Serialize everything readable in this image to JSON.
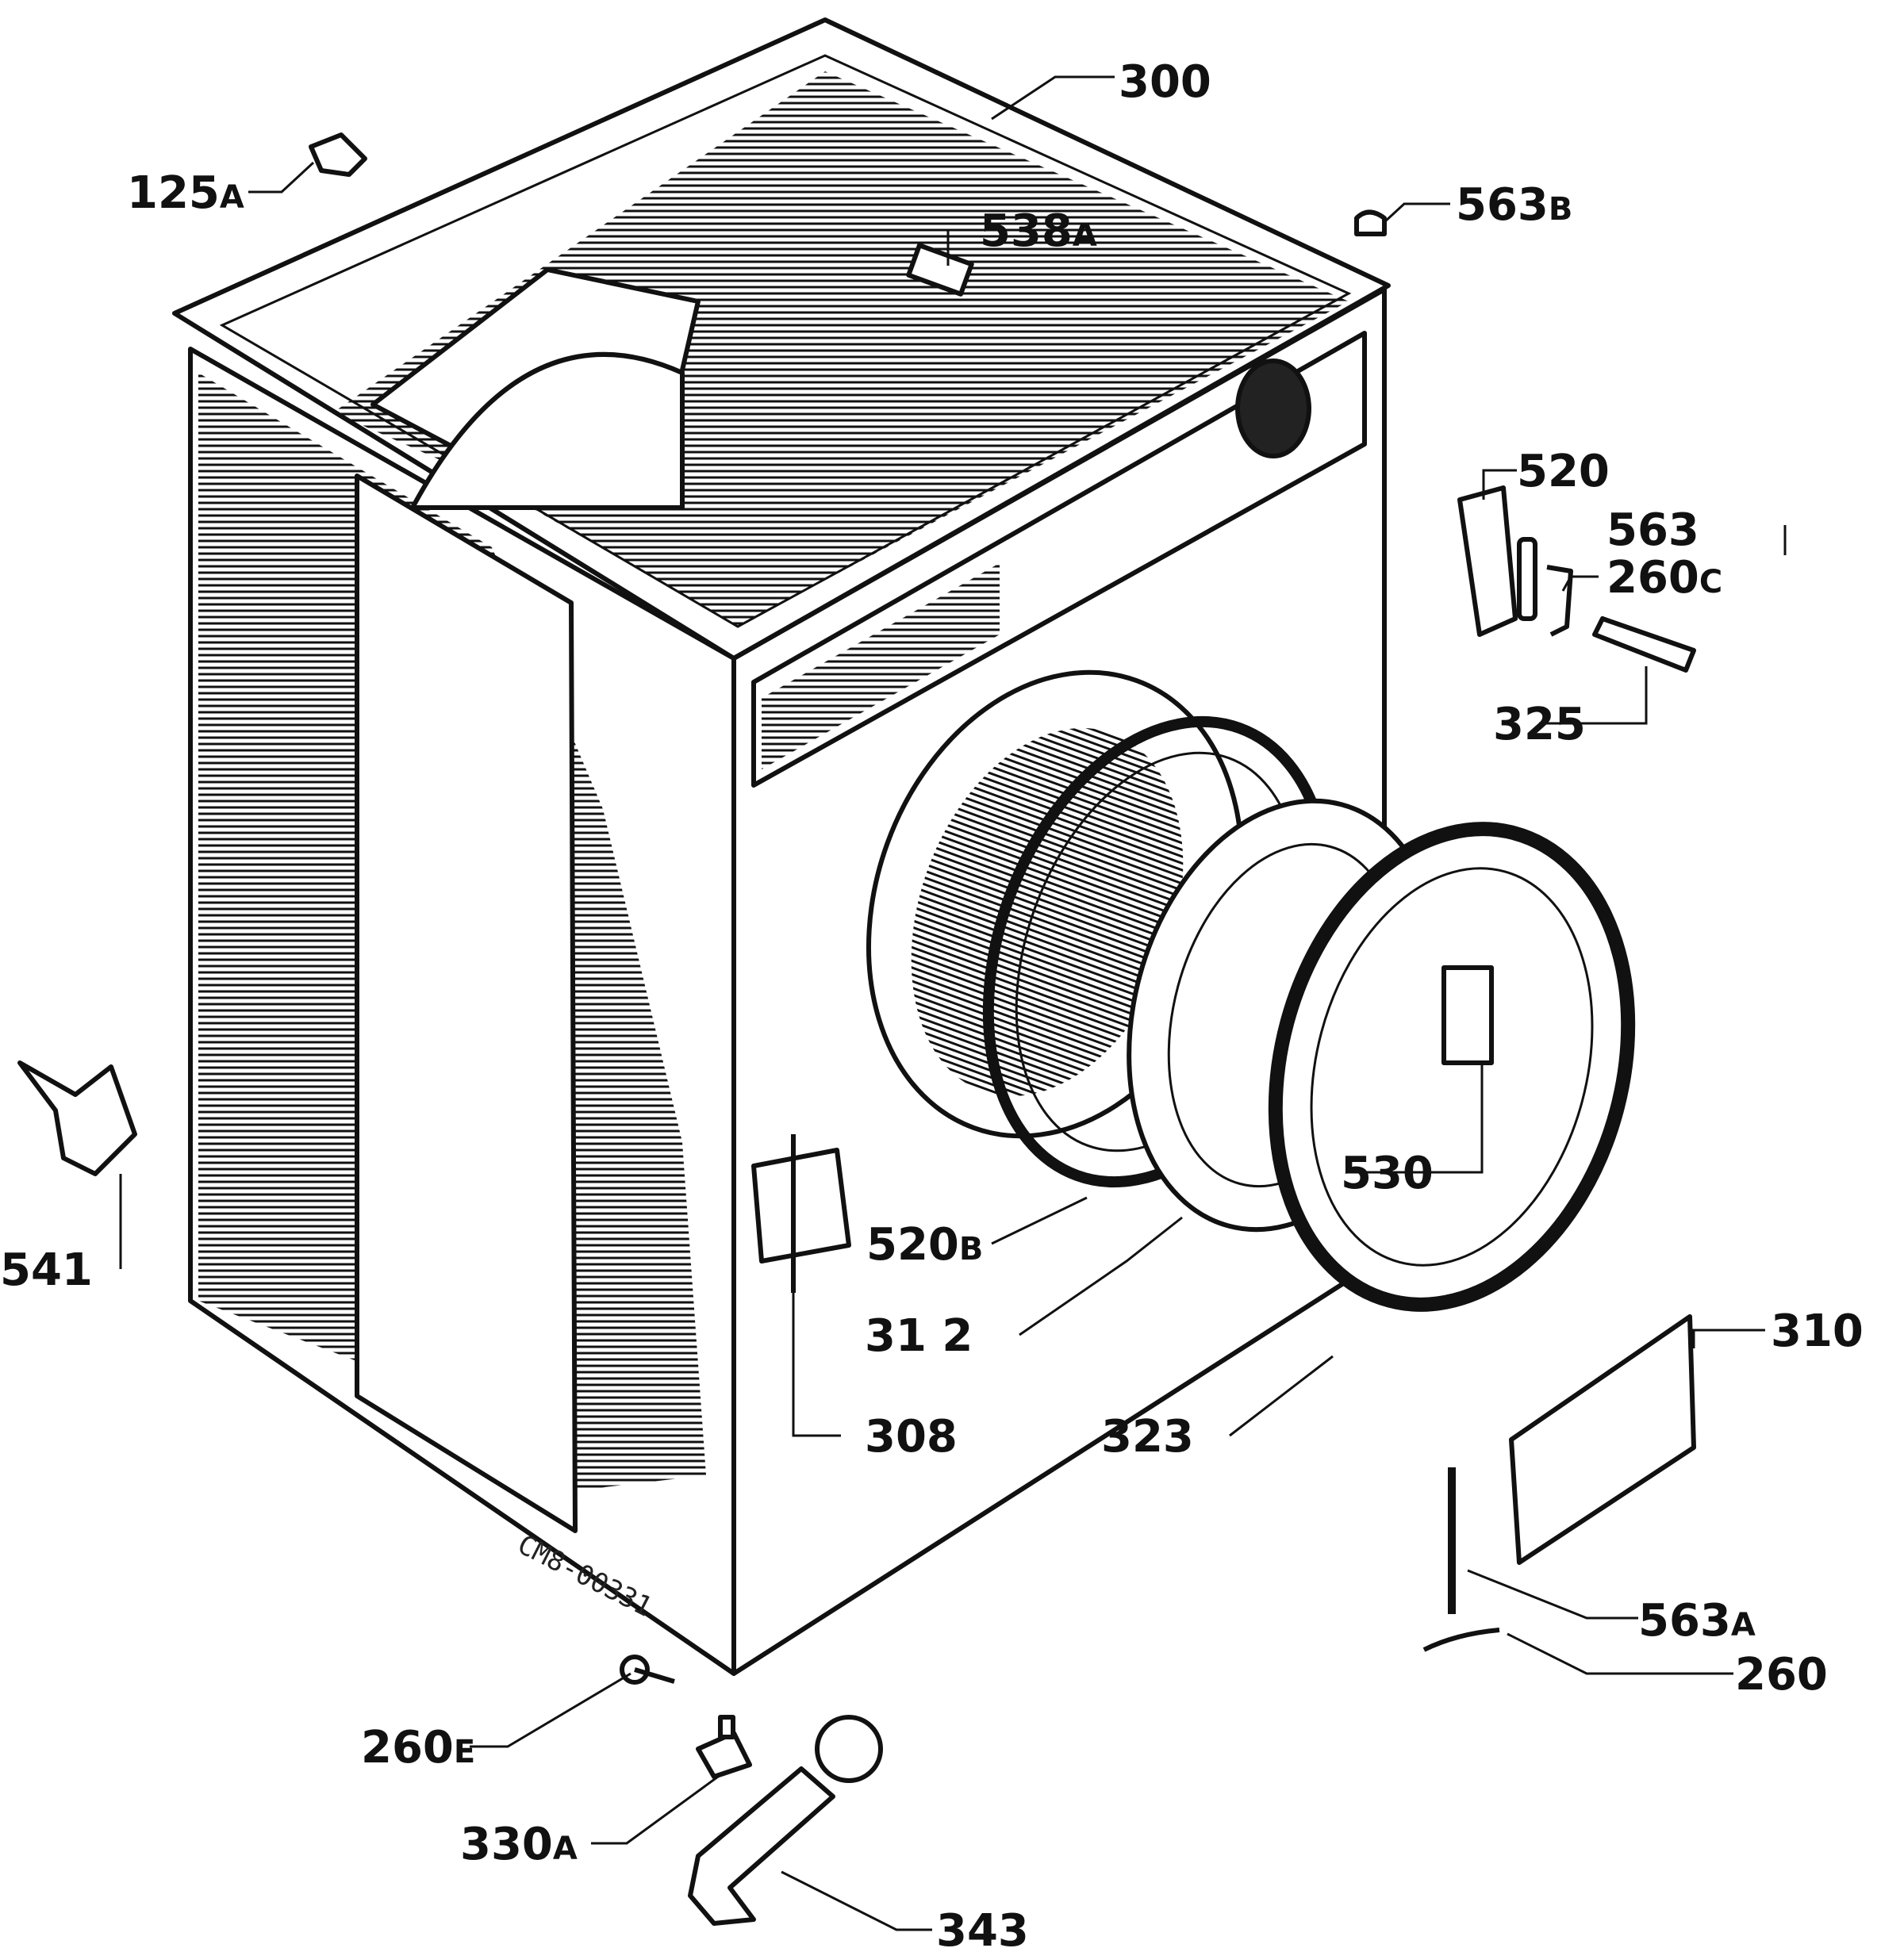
{
  "colors": {
    "ink": "#111111",
    "paper": "#ffffff"
  },
  "drawing_code": "CM8-00331",
  "callouts": [
    {
      "id": "300",
      "num": "300",
      "suffix": ""
    },
    {
      "id": "125a",
      "num": "125",
      "suffix": "A"
    },
    {
      "id": "538a",
      "num": "538",
      "suffix": "A"
    },
    {
      "id": "563b",
      "num": "563",
      "suffix": "B"
    },
    {
      "id": "520",
      "num": "520",
      "suffix": ""
    },
    {
      "id": "563",
      "num": "563",
      "suffix": ""
    },
    {
      "id": "260c",
      "num": "260",
      "suffix": "C"
    },
    {
      "id": "325",
      "num": "325",
      "suffix": ""
    },
    {
      "id": "530",
      "num": "530",
      "suffix": ""
    },
    {
      "id": "520b",
      "num": "520",
      "suffix": "B"
    },
    {
      "id": "312",
      "num": "31 2",
      "suffix": ""
    },
    {
      "id": "308",
      "num": "308",
      "suffix": ""
    },
    {
      "id": "323",
      "num": "323",
      "suffix": ""
    },
    {
      "id": "310",
      "num": "310",
      "suffix": ""
    },
    {
      "id": "563a",
      "num": "563",
      "suffix": "A"
    },
    {
      "id": "260",
      "num": "260",
      "suffix": ""
    },
    {
      "id": "541",
      "num": "541",
      "suffix": ""
    },
    {
      "id": "260e",
      "num": "260",
      "suffix": "E"
    },
    {
      "id": "330a",
      "num": "330",
      "suffix": "A"
    },
    {
      "id": "343",
      "num": "343",
      "suffix": ""
    }
  ]
}
